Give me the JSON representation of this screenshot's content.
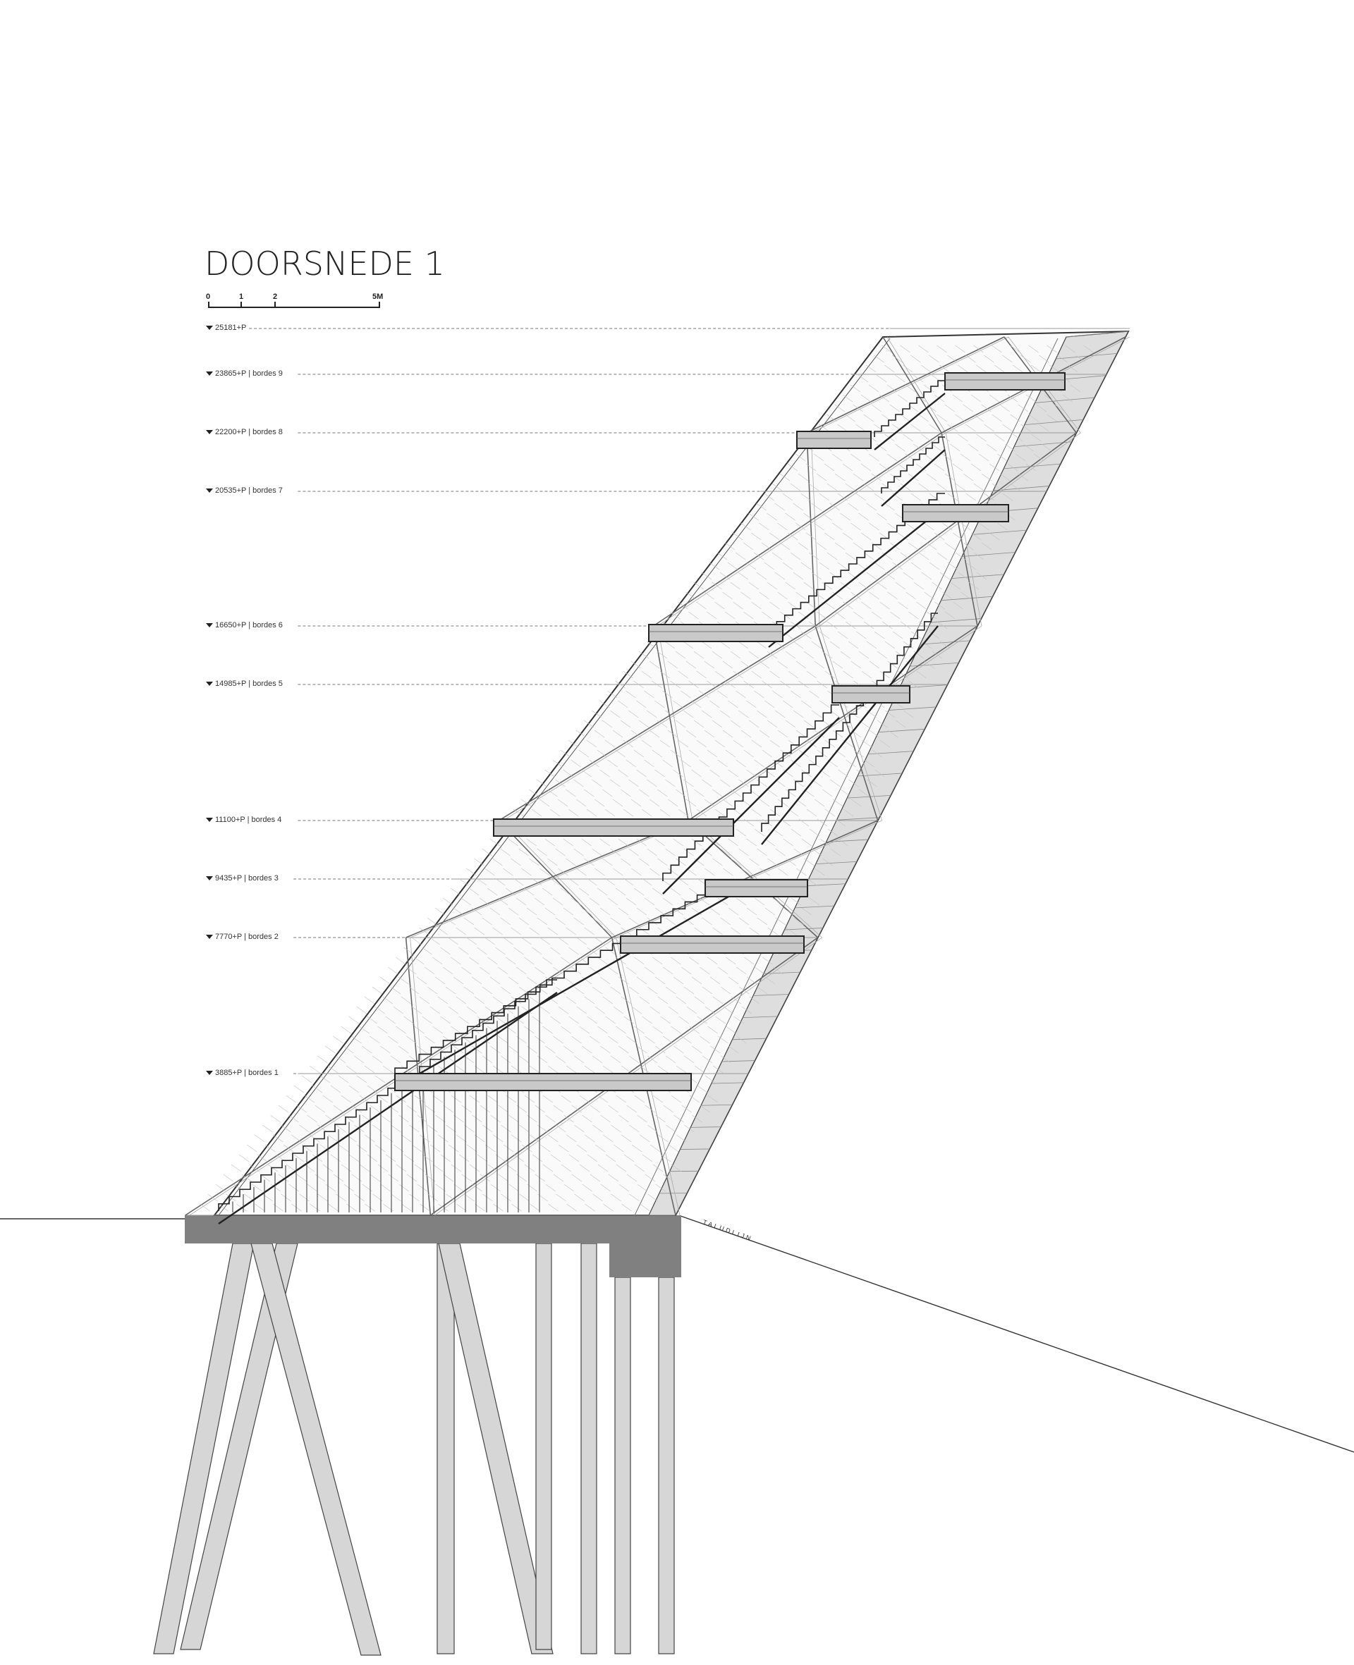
{
  "title": "DOORSNEDE 1",
  "scale_bar": {
    "labels": [
      "0",
      "1",
      "2",
      "5M"
    ]
  },
  "levels": [
    {
      "label": "25181+P"
    },
    {
      "label": "23865+P | bordes 9"
    },
    {
      "label": "22200+P | bordes 8"
    },
    {
      "label": "20535+P | bordes 7"
    },
    {
      "label": "16650+P | bordes 6"
    },
    {
      "label": "14985+P | bordes 5"
    },
    {
      "label": "11100+P | bordes 4"
    },
    {
      "label": "9435+P | bordes 3"
    },
    {
      "label": "7770+P | bordes 2"
    },
    {
      "label": "3885+P | bordes 1"
    }
  ],
  "ground_label": "TALUDLIJN",
  "colors": {
    "line": "#333333",
    "foundation": "#808080",
    "pile": "#d6d6d6",
    "platform": "#c9c9c9"
  }
}
